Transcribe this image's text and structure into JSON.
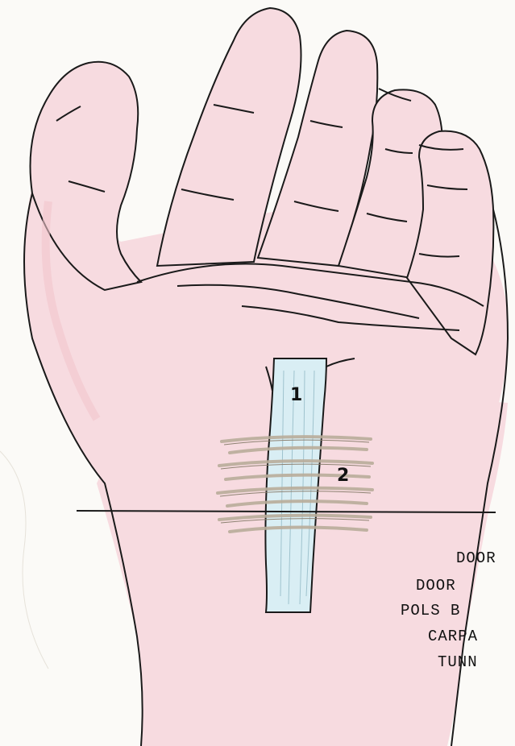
{
  "labels": {
    "one": "1",
    "two": "2"
  },
  "caption": {
    "line1": "DOOR",
    "line2": "DOOR",
    "line3": "POLS B",
    "line4": "CARPA",
    "line5": "TUNN"
  },
  "colors": {
    "skin": "#f7dbe0",
    "skin_shadow": "#f2c4cc",
    "outline": "#1a1a1a",
    "nerve": "#d9eef4",
    "ligament": "#b9ad9b"
  }
}
